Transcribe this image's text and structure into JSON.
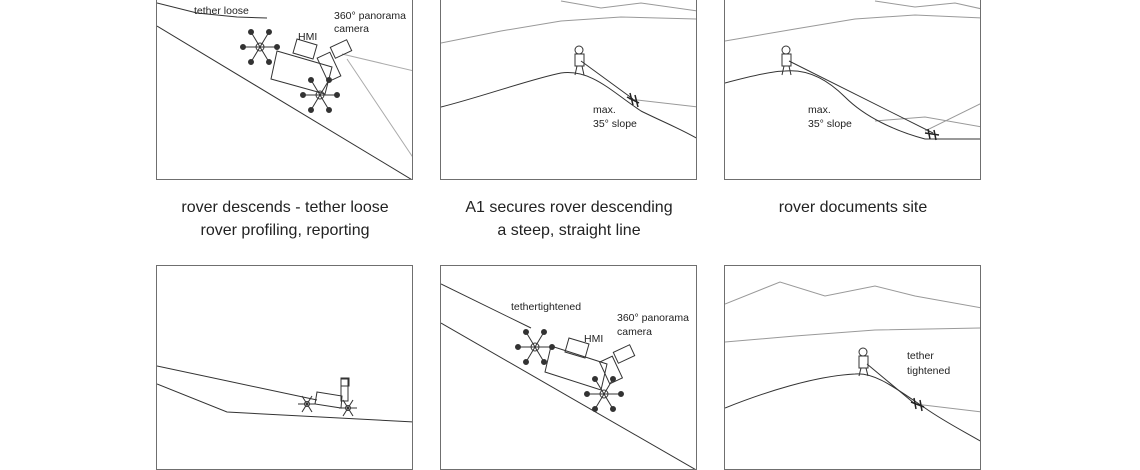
{
  "panels": [
    {
      "labels": {
        "tether": "tether loose",
        "hmi": "HMI",
        "camera_1": "360° panorama",
        "camera_2": "camera"
      }
    },
    {
      "labels": {
        "slope_1": "max.",
        "slope_2": "35° slope"
      }
    },
    {
      "labels": {
        "slope_1": "max.",
        "slope_2": "35° slope"
      }
    },
    {
      "labels": {}
    },
    {
      "labels": {
        "tether": "tethertightened",
        "hmi": "HMI",
        "camera_1": "360° panorama",
        "camera_2": "camera"
      }
    },
    {
      "labels": {
        "tether_1": "tether",
        "tether_2": "tightened"
      }
    }
  ],
  "captions": [
    {
      "line1": "rover descends - tether loose",
      "line2": "rover profiling, reporting"
    },
    {
      "line1": "A1 secures rover descending",
      "line2": "a steep, straight line"
    },
    {
      "line1": "rover documents site",
      "line2": ""
    }
  ]
}
